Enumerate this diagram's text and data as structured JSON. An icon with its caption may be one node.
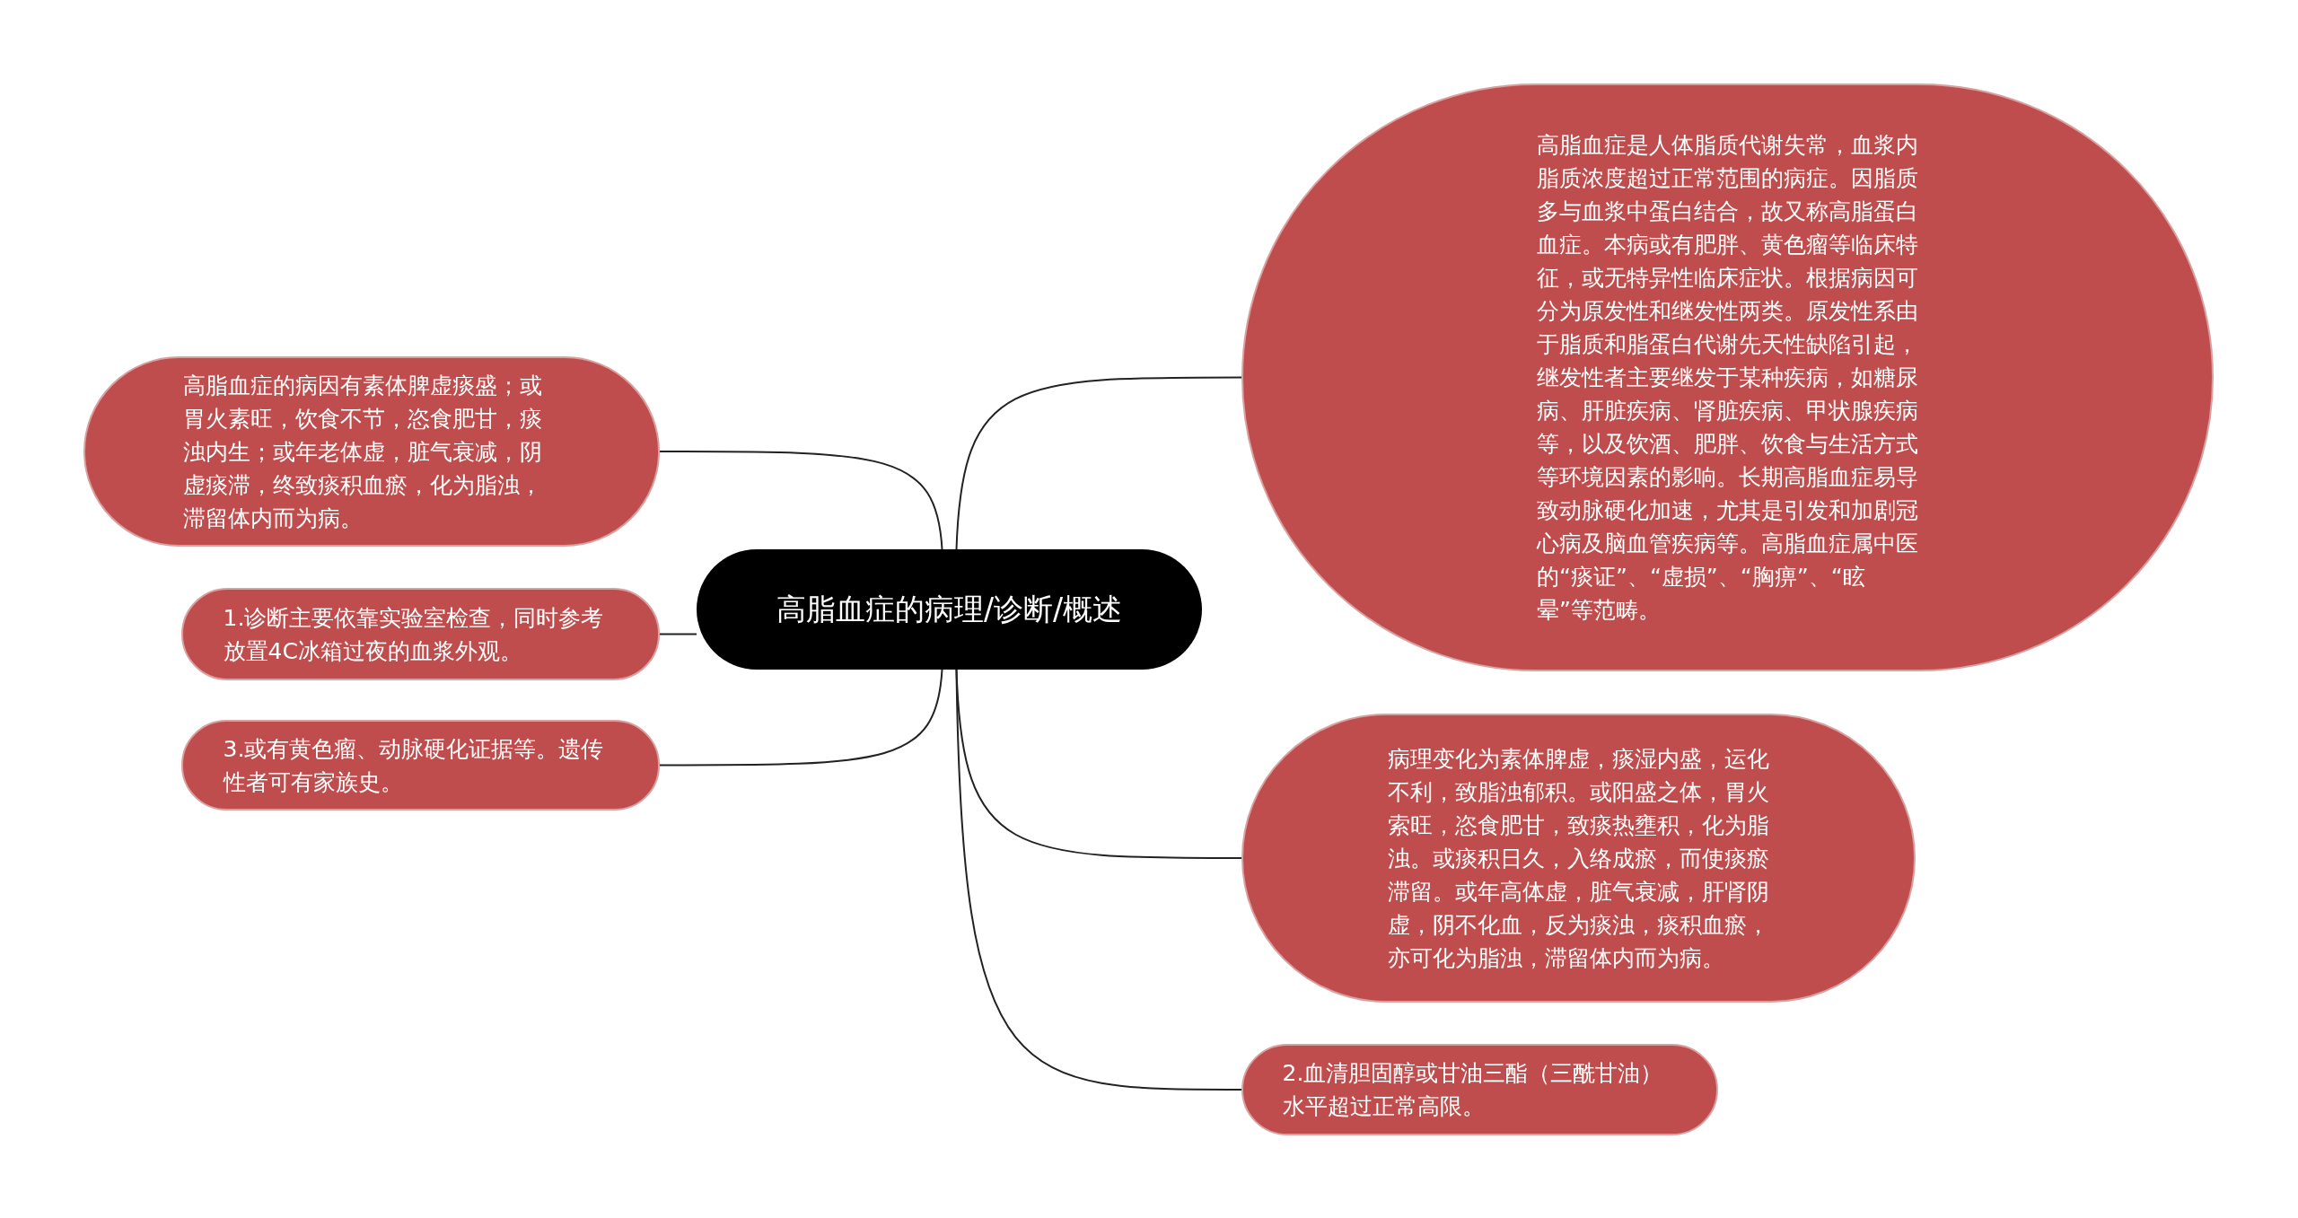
{
  "diagram": {
    "nodes": [
      {
        "text": [
          "高脂血症的病理/诊断/概述"
        ]
      },
      {
        "text": [
          "高脂血症的病因有素体脾虚痰盛；或胃火素旺，饮食不节，恣食肥甘，痰浊内生；或年老体虚，脏气衰减，阴虚痰滞，终致痰积血瘀，化为脂浊，滞留体内而为病。"
        ]
      },
      {
        "text": [
          "1.诊断主要依靠实验室检查，同时参考放置4C冰箱过夜的血浆外观。"
        ]
      },
      {
        "text": [
          "3.或有黄色瘤、动脉硬化证据等。遗传性者可有家族史。"
        ]
      },
      {
        "text": [
          "高脂血症是人体脂质代谢失常，血浆内脂质浓度超过正常范围的病症。因脂质多与血浆中蛋白结合，故又称高脂蛋白血症。本病或有肥胖、黄色瘤等临床特征，或无特异性临床症状。根据病因可分为原发性和继发性两类。原发性系由于脂质和脂蛋白代谢先天性缺陷引起，继发性者主要继发于某种疾病，如糖尿病、肝脏疾病、肾脏疾病、甲状腺疾病等，以及饮酒、肥胖、饮食与生活方式等环境因素的影响。长期高脂血症易导致动脉硬化加速，尤其是引发和加剧冠心病及脑血管疾病等。高脂血症属中医的“痰证”、“虚损”、“胸痹”、“眩晕”等范畴。"
        ]
      },
      {
        "text": [
          "病理变化为素体脾虚，痰湿内盛，运化不利，致脂浊郁积。或阳盛之体，胃火索旺，恣食肥甘，致痰热壅积，化为脂浊。或痰积日久，入络成瘀，而使痰瘀滞留。或年高体虚，脏气衰减，肝肾阴虚，阴不化血，反为痰浊，痰积血瘀，亦可化为脂浊，滞留体内而为病。"
        ]
      },
      {
        "text": [
          "2.血清胆固醇或甘油三酯（三酰甘油）水平超过正常高限。"
        ]
      }
    ],
    "edges": [
      {
        "from": 0,
        "to": 1,
        "arrow": "none"
      },
      {
        "from": 0,
        "to": 2,
        "arrow": "none"
      },
      {
        "from": 0,
        "to": 3,
        "arrow": "none"
      },
      {
        "from": 0,
        "to": 4,
        "arrow": "none"
      },
      {
        "from": 0,
        "to": 5,
        "arrow": "none"
      },
      {
        "from": 0,
        "to": 6,
        "arrow": "none"
      }
    ]
  }
}
